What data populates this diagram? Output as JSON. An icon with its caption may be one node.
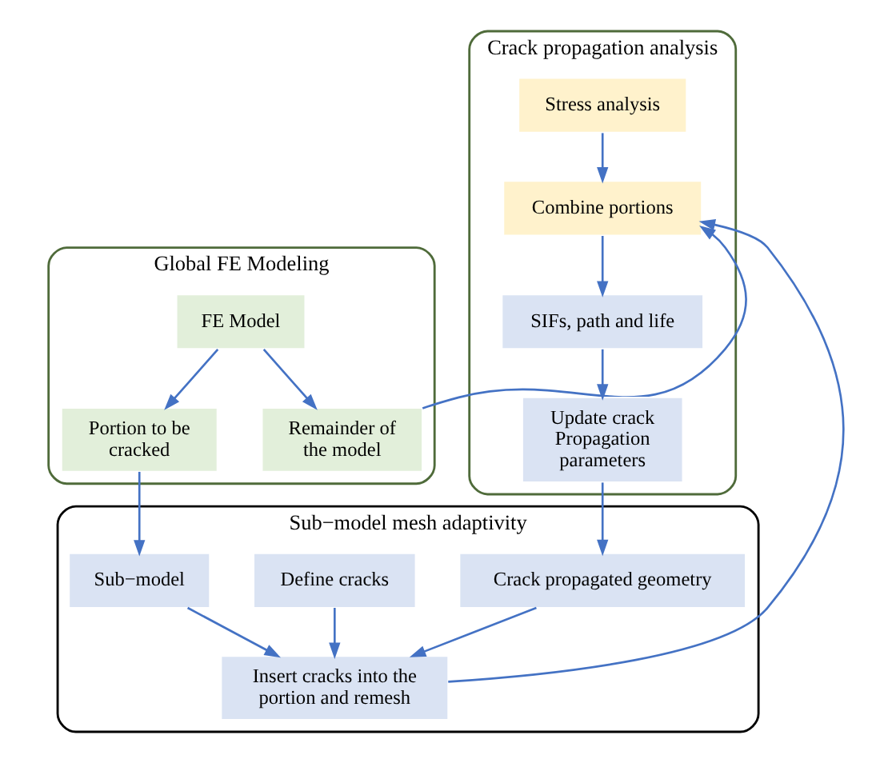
{
  "diagram": {
    "nodes": [
      {
        "text": [
          "Global FE Modeling"
        ]
      },
      {
        "text": [
          "FE Model"
        ],
        "in": 0
      },
      {
        "text": [
          "Portion to be cracked"
        ],
        "in": 0
      },
      {
        "text": [
          "Remainder of the model"
        ],
        "in": 0
      },
      {
        "text": [
          "Crack propagation analysis"
        ]
      },
      {
        "text": [
          "Stress analysis"
        ],
        "in": 4
      },
      {
        "text": [
          "Combine portions"
        ],
        "in": 4
      },
      {
        "text": [
          "SIFs, path and life"
        ],
        "in": 4
      },
      {
        "text": [
          "Update crack Propagation parameters"
        ],
        "in": 4
      },
      {
        "text": [
          "Sub−model mesh adaptivity"
        ]
      },
      {
        "text": [
          "Sub−model"
        ],
        "in": 9
      },
      {
        "text": [
          "Define cracks"
        ],
        "in": 9
      },
      {
        "text": [
          "Insert cracks into the portion and remesh"
        ],
        "in": 9
      },
      {
        "text": [
          "Crack propagated geometry"
        ],
        "in": 9
      }
    ],
    "edges": [
      {
        "from": 1,
        "to": 2,
        "arrow": "to"
      },
      {
        "from": 1,
        "to": 3,
        "arrow": "to"
      },
      {
        "from": 2,
        "to": 10,
        "arrow": "to"
      },
      {
        "from": 3,
        "to": 6,
        "arrow": "to"
      },
      {
        "from": 5,
        "to": 6,
        "arrow": "to"
      },
      {
        "from": 12,
        "to": 6,
        "arrow": "to"
      },
      {
        "from": 6,
        "to": 7,
        "arrow": "to"
      },
      {
        "from": 7,
        "to": 8,
        "arrow": "to"
      },
      {
        "from": 8,
        "to": 13,
        "arrow": "to"
      },
      {
        "from": 13,
        "to": 12,
        "arrow": "to"
      },
      {
        "from": 10,
        "to": 12,
        "arrow": "to"
      },
      {
        "from": 11,
        "to": 12,
        "arrow": "to"
      }
    ]
  }
}
